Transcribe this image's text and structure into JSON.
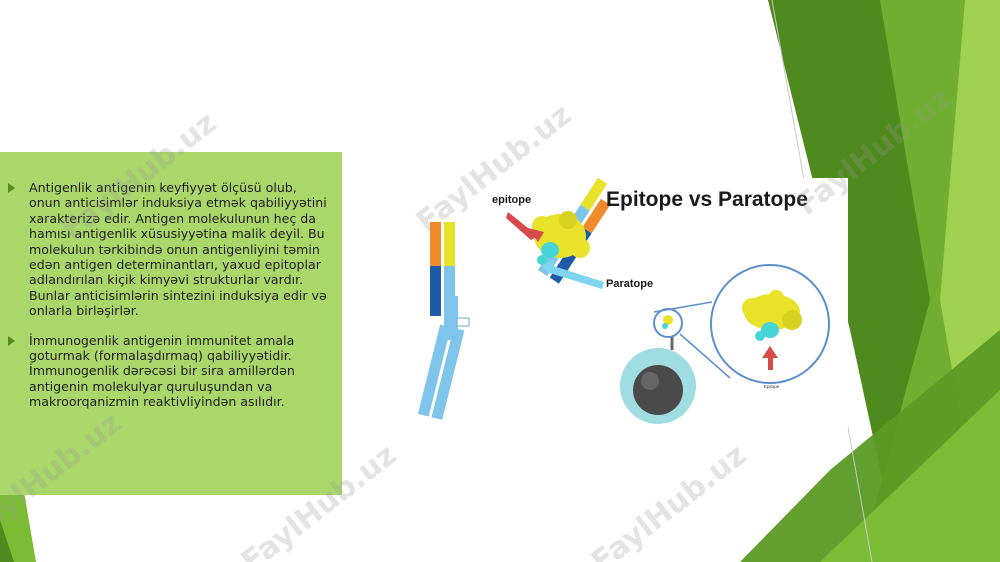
{
  "slide": {
    "bullets": [
      {
        "text": "Antigenlik antigenin keyfiyyət ölçüsü olub, onun anticisimlər induksiya etmək qabiliyyətini xarakterizə edir. Antigen molekulunun heç da hamısı antigenlik xüsusiyyətina malik deyil. Bu molekulun tərkibində onun antigenliyini təmin edən antigen determinantları, yaxud epitoplar adlandırılan kiçik kimyəvi strukturlar vardır. Bunlar anticisimlərin sintezini induksiya edir və onlarla birləşirlər."
      },
      {
        "text": "İmmunogenlik antigenin immunitet amala goturmak (formalaşdırmaq) qabiliyyətidir. İmmunogenlik dərəcəsi bir sira amillərdən antigenin molekulyar quruluşundan va makroorqanizmin reaktivliyindən asılıdır."
      }
    ]
  },
  "figure": {
    "title": "Epitope  vs Paratope",
    "epitope_label": "epitope",
    "paratope_label": "Paratope",
    "small_label": "Epitope"
  },
  "watermark": {
    "text": "FaylHub.uz"
  },
  "colors": {
    "text_panel": "#a9d76a",
    "green_dark": "#4f8a1e",
    "green_mid": "#6fae2e",
    "green_light": "#9fd04e",
    "antigen_yellow": "#e8e22a",
    "paratope_cyan": "#46d4d8",
    "heavy_chain_blue": "#7fc4ea",
    "light_chain_orange": "#f08a2a",
    "dark_blue": "#1f5aa8"
  }
}
